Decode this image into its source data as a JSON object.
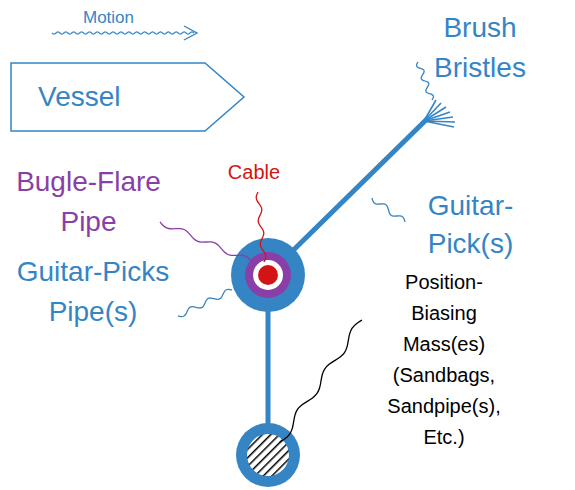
{
  "diagram": {
    "nodes": [
      {
        "text": [
          "Vessel"
        ]
      }
    ],
    "labels": [
      "Motion",
      "Brush Bristles",
      "Cable",
      "Bugle-Flare Pipe",
      "Guitar-Picks Pipe(s)",
      "Guitar- Pick(s)",
      "Position- Biasing Mass(es) (Sandbags, Sandpipe(s), Etc.)"
    ]
  }
}
